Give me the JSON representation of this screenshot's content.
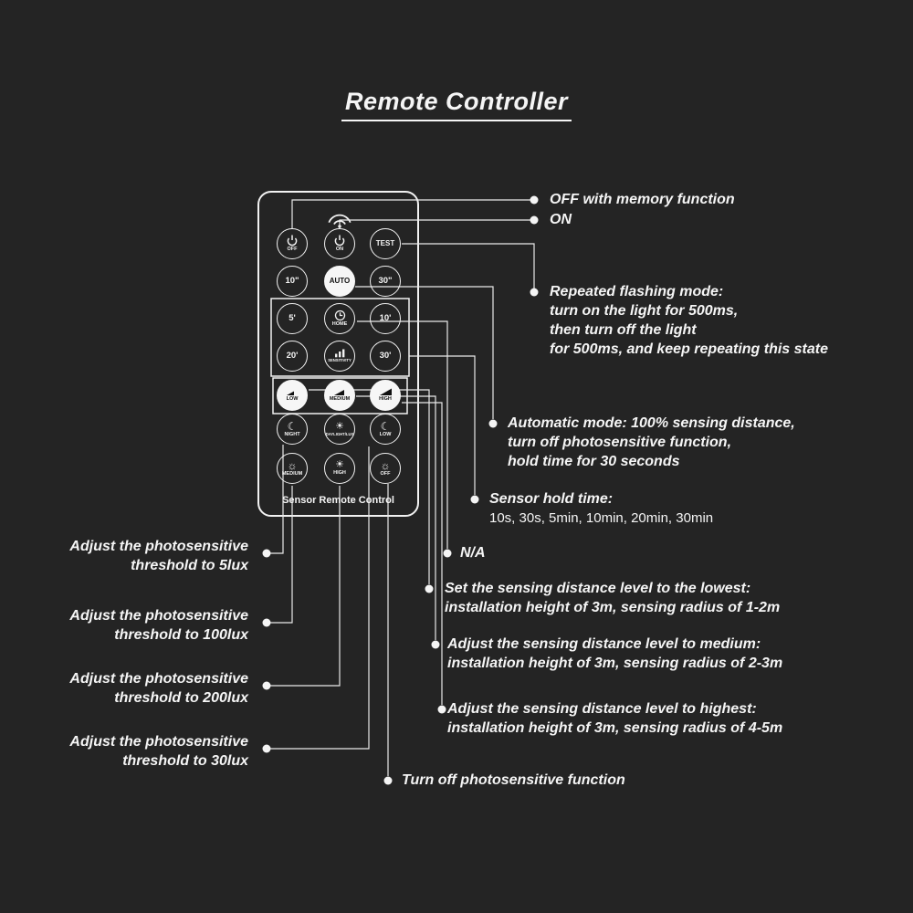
{
  "title": "Remote Controller",
  "colors": {
    "background": "#242424",
    "foreground": "#f5f5f5"
  },
  "icons": {
    "moon": "☾",
    "sun": "☀",
    "sun_outline": "☼"
  },
  "remote": {
    "footer_label": "Sensor Remote Control",
    "buttons": [
      {
        "id": "off",
        "label": "OFF",
        "icon": "power-icon"
      },
      {
        "id": "on",
        "label": "ON",
        "icon": "power-icon"
      },
      {
        "id": "test",
        "label": "TEST"
      },
      {
        "id": "time-10s",
        "label": "10\""
      },
      {
        "id": "auto",
        "label": "AUTO"
      },
      {
        "id": "time-30s",
        "label": "30\""
      },
      {
        "id": "time-5min",
        "label": "5'"
      },
      {
        "id": "home",
        "label": "HOME",
        "icon": "clock-icon"
      },
      {
        "id": "time-10min",
        "label": "10'"
      },
      {
        "id": "time-20min",
        "label": "20'"
      },
      {
        "id": "sensitivity",
        "label": "SENSITIVITY",
        "icon": "signal-bars-icon"
      },
      {
        "id": "time-30min",
        "label": "30'"
      },
      {
        "id": "level-low",
        "label": "LOW",
        "icon": "ramp-low-icon"
      },
      {
        "id": "level-medium",
        "label": "MEDIUM",
        "icon": "ramp-medium-icon"
      },
      {
        "id": "level-high",
        "label": "HIGH",
        "icon": "ramp-high-icon"
      },
      {
        "id": "lux-night",
        "label": "NIGHT",
        "icon": "moon-icon"
      },
      {
        "id": "lux-daylight",
        "label": "DAYLIGHT/LUX",
        "icon": "sun-icon"
      },
      {
        "id": "lux-low",
        "label": "LOW",
        "icon": "moon-icon"
      },
      {
        "id": "lux-medium",
        "label": "MEDIUM",
        "icon": "sun-outline-icon"
      },
      {
        "id": "lux-high",
        "label": "HIGH",
        "icon": "sun-icon"
      },
      {
        "id": "lux-off",
        "label": "OFF",
        "icon": "sun-outline-icon"
      }
    ]
  },
  "annotations": {
    "right": [
      {
        "lines": [
          "OFF with memory function"
        ]
      },
      {
        "lines": [
          "ON"
        ]
      },
      {
        "lines": [
          "Repeated flashing mode:",
          "turn on the light for 500ms,",
          "then turn off the light",
          "for 500ms, and keep repeating this state"
        ]
      },
      {
        "lines": [
          "Automatic mode: 100% sensing distance,",
          "turn off photosensitive function,",
          "hold time for 30 seconds"
        ]
      },
      {
        "lines": [
          "Sensor hold time:",
          "10s, 30s, 5min, 10min, 20min, 30min"
        ]
      },
      {
        "lines": [
          "N/A"
        ]
      },
      {
        "lines": [
          "Set the sensing distance level to the lowest:",
          "installation height of 3m, sensing radius of 1-2m"
        ]
      },
      {
        "lines": [
          "Adjust the sensing distance level to medium:",
          "installation height of 3m, sensing radius of 2-3m"
        ]
      },
      {
        "lines": [
          "Adjust the sensing distance level to highest:",
          "installation height of 3m, sensing radius of 4-5m"
        ]
      },
      {
        "lines": [
          "Turn off photosensitive function"
        ]
      }
    ],
    "left": [
      {
        "lines": [
          "Adjust the photosensitive",
          "threshold to 5lux"
        ]
      },
      {
        "lines": [
          "Adjust the photosensitive",
          "threshold to 100lux"
        ]
      },
      {
        "lines": [
          "Adjust the photosensitive",
          "threshold to 200lux"
        ]
      },
      {
        "lines": [
          "Adjust the photosensitive",
          "threshold to 30lux"
        ]
      }
    ]
  }
}
